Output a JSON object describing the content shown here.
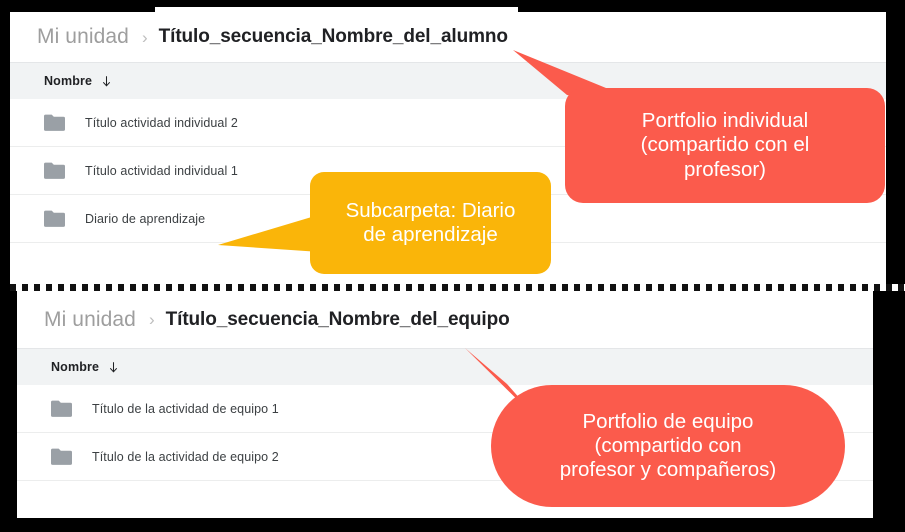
{
  "panels": [
    {
      "id": "individual-portfolio",
      "breadcrumb": {
        "root": "Mi unidad",
        "separator": "›",
        "current": "Título_secuencia_Nombre_del_alumno"
      },
      "column_header": {
        "label": "Nombre",
        "sort_icon": "arrow-down-icon"
      },
      "rows": [
        {
          "icon": "folder-icon",
          "name": "Título actividad individual 2"
        },
        {
          "icon": "folder-icon",
          "name": "Título actividad individual 1"
        },
        {
          "icon": "folder-icon",
          "name": "Diario de aprendizaje"
        }
      ]
    },
    {
      "id": "team-portfolio",
      "breadcrumb": {
        "root": "Mi unidad",
        "separator": "›",
        "current": "Título_secuencia_Nombre_del_equipo"
      },
      "column_header": {
        "label": "Nombre",
        "sort_icon": "arrow-down-icon"
      },
      "rows": [
        {
          "icon": "folder-icon",
          "name": "Título de la actividad de equipo 1"
        },
        {
          "icon": "folder-icon",
          "name": "Título de la actividad de equipo 2"
        }
      ]
    }
  ],
  "callouts": {
    "individual": {
      "line1": "Portfolio individual",
      "line2": "(compartido con el",
      "line3": "profesor)",
      "color": "#fb5b4c"
    },
    "subfolder": {
      "line1": "Subcarpeta: Diario",
      "line2": "de aprendizaje",
      "color": "#fab509"
    },
    "team": {
      "line1": "Portfolio de equipo",
      "line2": "(compartido con",
      "line3": "profesor y compañeros)",
      "color": "#fb5b4c"
    }
  },
  "theme": {
    "background": "#000000",
    "panel_bg": "#ffffff",
    "header_bg": "#f1f3f4",
    "folder_gray": "#9aa0a6",
    "text_primary": "#202124",
    "text_secondary": "#3c4043",
    "crumb_muted": "#9e9e9e"
  }
}
